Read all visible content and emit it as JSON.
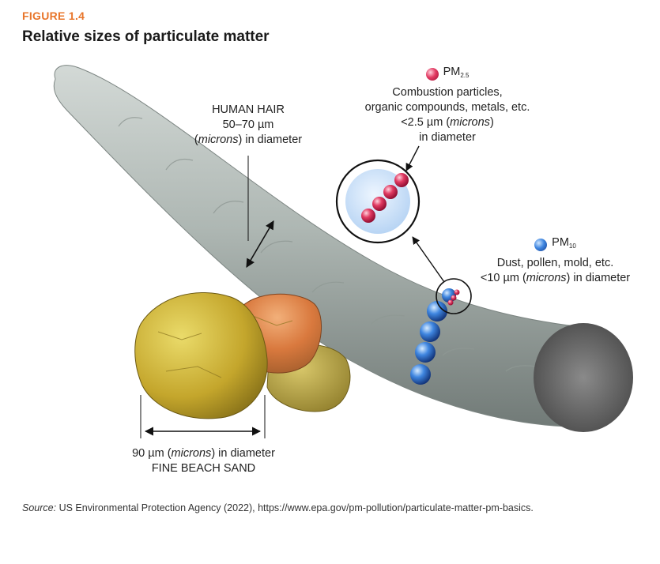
{
  "figure": {
    "label": "FIGURE 1.4",
    "title": "Relative sizes of particulate matter"
  },
  "hair": {
    "heading": "HUMAN HAIR",
    "size": "50–70 µm",
    "microns": "microns",
    "suffix": ") in diameter"
  },
  "pm25": {
    "name": "PM",
    "sub": "2.5",
    "line1": "Combustion particles,",
    "line2": "organic compounds, metals, etc.",
    "size_prefix": "<2.5 µm (",
    "microns": "microns",
    "size_suffix": ")",
    "line4": "in diameter",
    "color": "#d8284f"
  },
  "pm10": {
    "name": "PM",
    "sub": "10",
    "line1": "Dust, pollen, mold, etc.",
    "size_prefix": "<10 µm (",
    "microns": "microns",
    "size_suffix": ") in diameter",
    "color": "#2f6fd0"
  },
  "sand": {
    "size_prefix": "90 µm (",
    "microns": "microns",
    "size_suffix": ") in diameter",
    "heading": "FINE BEACH SAND"
  },
  "source": {
    "label": "Source:",
    "text": " US Environmental Protection Agency (2022), https://www.epa.gov/pm-pollution/particulate-matter-pm-basics."
  },
  "colors": {
    "accent": "#e8752a",
    "hair": "#a9b2ae",
    "sand": "#c9a936"
  }
}
